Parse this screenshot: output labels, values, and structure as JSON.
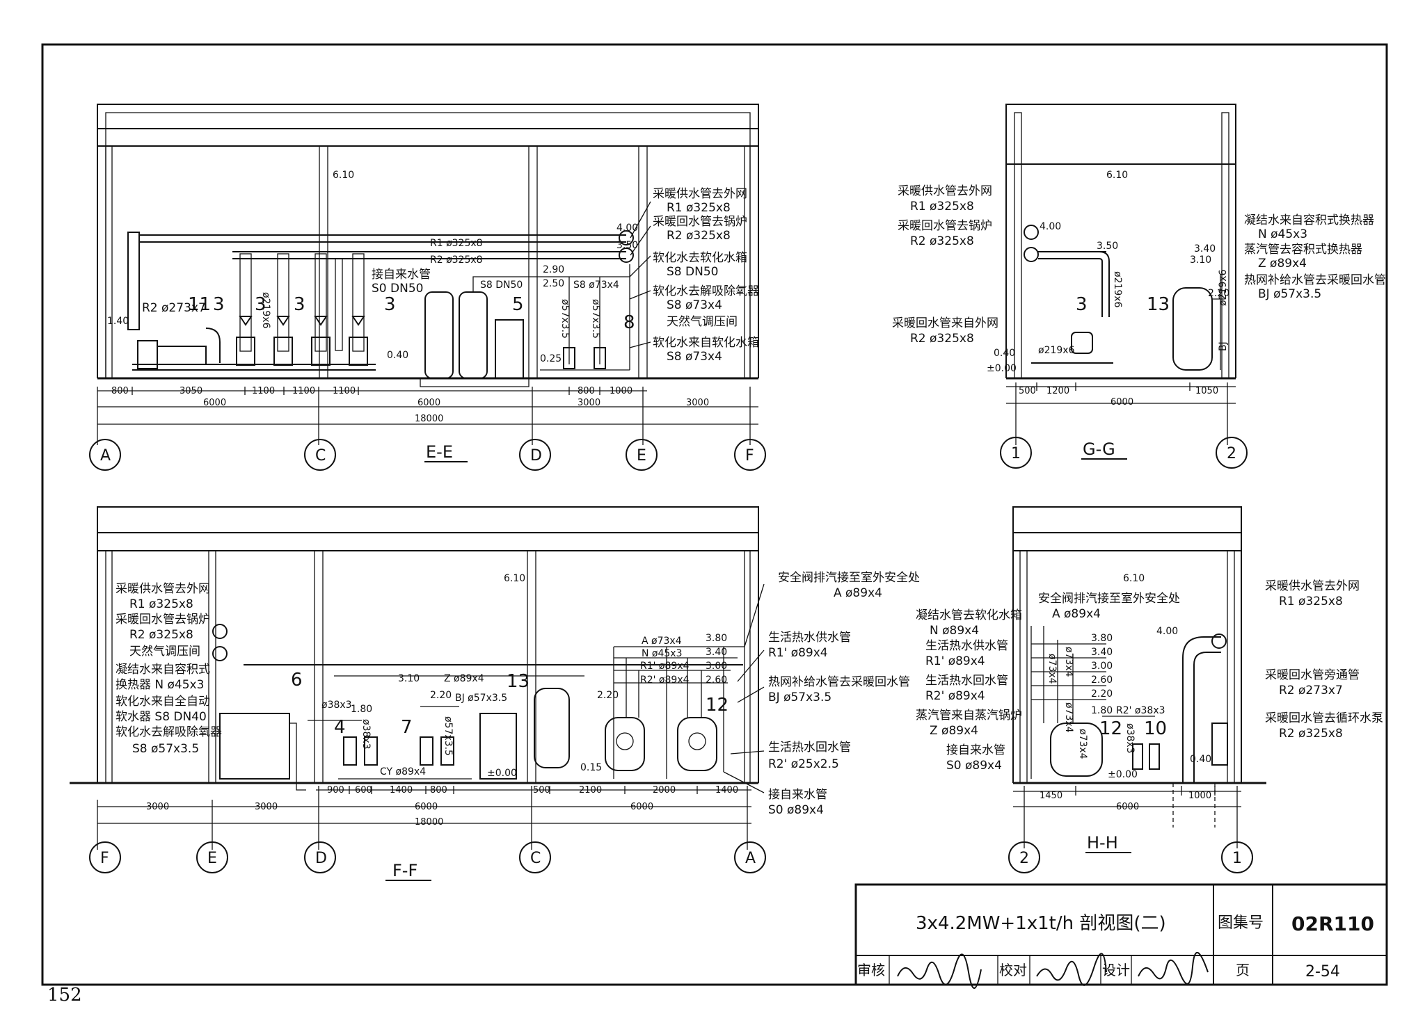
{
  "sections": {
    "ee": {
      "name": "E-E",
      "elev_roof": "6.10",
      "elev_r1": "4.00",
      "elev_r2": "3.50",
      "elev_s8a": "2.90",
      "elev_s8b": "2.50",
      "elev_left": "1.40",
      "elev_small": "0.40",
      "elev_025": "0.25",
      "pipe_r1": "R1  ø325x8",
      "pipe_r2": "R2  ø325x8",
      "pipe_r2_273": "R2  ø273x7",
      "pipe_219": "ø219x6",
      "pipe_s8_dn50": "S8  DN50",
      "pipe_s8_73": "S8  ø73x4",
      "pipe_57a": "ø57x3.5",
      "pipe_57b": "ø57x3.5",
      "label_inlet": "接自来水管",
      "label_inlet_spec": "S0  DN50",
      "equip": [
        "11",
        "3",
        "3",
        "3",
        "3",
        "5",
        "8"
      ],
      "right_labels": [
        "采暖供水管去外网",
        "R1  ø325x8",
        "采暖回水管去锅炉",
        "R2  ø325x8",
        "软化水去软化水箱",
        "S8  DN50",
        "软化水去解吸除氧器",
        "S8  ø73x4",
        "天然气调压间",
        "软化水来自软化水箱",
        "S8  ø73x4"
      ],
      "dims_row1": [
        "800",
        "3050",
        "1100",
        "1100",
        "1100",
        "800",
        "1000"
      ],
      "dims_row2": [
        "6000",
        "6000",
        "3000",
        "3000"
      ],
      "dims_total": "18000",
      "axes": [
        "A",
        "C",
        "D",
        "E",
        "F"
      ]
    },
    "gg": {
      "name": "G-G",
      "elev_roof": "6.10",
      "elev_400": "4.00",
      "elev_350": "3.50",
      "elev_340": "3.40",
      "elev_310": "3.10",
      "elev_220": "2.20",
      "elev_040": "0.40",
      "elev_000": "±0.00",
      "pipe_219a": "ø219x6",
      "pipe_219b": "ø219x6",
      "pipe_219c": "ø219x6",
      "pipe_bj": "BJ",
      "equip": [
        "3",
        "13"
      ],
      "left_labels": [
        "采暖供水管去外网",
        "R1  ø325x8",
        "采暖回水管去锅炉",
        "R2  ø325x8",
        "采暖回水管来自外网",
        "R2  ø325x8"
      ],
      "right_labels": [
        "凝结水来自容积式换热器",
        "N   ø45x3",
        "蒸汽管去容积式换热器",
        "Z   ø89x4",
        "热网补给水管去采暖回水管",
        "BJ   ø57x3.5"
      ],
      "dims_row1": [
        "500",
        "1200",
        "1050"
      ],
      "dims_row2": [
        "6000"
      ],
      "axes": [
        "1",
        "2"
      ]
    },
    "ff": {
      "name": "F-F",
      "elev_roof": "6.10",
      "elev_310": "3.10",
      "elev_220a": "2.20",
      "elev_220b": "2.20",
      "elev_180": "1.80",
      "elev_380": "3.80",
      "elev_340": "3.40",
      "elev_300": "3.00",
      "elev_260": "2.60",
      "elev_015": "0.15",
      "elev_000": "±0.00",
      "pipe_a": "A  ø73x4",
      "pipe_n": "N  ø45x3",
      "pipe_r1p": "R1'  ø89x4",
      "pipe_r2p": "R2'  ø89x4",
      "pipe_z": "Z  ø89x4",
      "pipe_bj": "BJ  ø57x3.5",
      "pipe_38a": "ø38x3",
      "pipe_38b": "ø38x3",
      "pipe_57": "ø57x3.5",
      "pipe_cy": "CY  ø89x4",
      "equip": [
        "6",
        "4",
        "7",
        "13",
        "12"
      ],
      "left_labels": [
        "采暖供水管去外网",
        "R1   ø325x8",
        "采暖回水管去锅炉",
        "R2   ø325x8",
        "天然气调压间",
        "凝结水来自容积式",
        "换热器  N  ø45x3",
        "软化水来自全自动",
        "软水器  S8  DN40",
        "软化水去解吸除氧器",
        "S8   ø57x3.5"
      ],
      "right_labels": [
        "安全阀排汽接至室外安全处",
        "A   ø89x4",
        "生活热水供水管",
        "R1'  ø89x4",
        "热网补给水管去采暖回水管",
        "BJ   ø57x3.5",
        "生活热水回水管",
        "R2'  ø25x2.5",
        "接自来水管",
        "S0   ø89x4"
      ],
      "dims_row1": [
        "900",
        "600",
        "1400",
        "800",
        "500",
        "2100",
        "2000",
        "1400"
      ],
      "dims_row2": [
        "3000",
        "3000",
        "6000",
        "6000"
      ],
      "dims_total": "18000",
      "axes": [
        "F",
        "E",
        "D",
        "C",
        "A"
      ]
    },
    "hh": {
      "name": "H-H",
      "elev_roof": "6.10",
      "elev_400": "4.00",
      "elev_380": "3.80",
      "elev_340": "3.40",
      "elev_300": "3.00",
      "elev_260": "2.60",
      "elev_220": "2.20",
      "elev_180": "1.80",
      "elev_040": "0.40",
      "elev_000": "±0.00",
      "pipe_73a": "ø73x4",
      "pipe_73b": "ø73x4",
      "pipe_73c": "ø73x4",
      "pipe_73d": "ø73x4",
      "pipe_r2p": "R2'  ø38x3",
      "pipe_38": "ø38x3",
      "equip": [
        "12",
        "10"
      ],
      "left_labels": [
        "凝结水管去软化水箱",
        "N   ø89x4",
        "生活热水供水管",
        "R1'   ø89x4",
        "生活热水回水管",
        "R2'   ø89x4",
        "蒸汽管来自蒸汽锅炉",
        "Z   ø89x4",
        "接自来水管",
        "S0   ø89x4"
      ],
      "top_labels": [
        "安全阀排汽接至室外安全处",
        "A   ø89x4"
      ],
      "right_labels": [
        "采暖供水管去外网",
        "R1   ø325x8",
        "采暖回水管旁通管",
        "R2   ø273x7",
        "采暖回水管去循环水泵",
        "R2   ø325x8"
      ],
      "dims_row1": [
        "1450",
        "1000"
      ],
      "dims_row2": [
        "6000"
      ],
      "axes": [
        "2",
        "1"
      ]
    }
  },
  "title_block": {
    "title": "3x4.2MW+1x1t/h 剖视图(二)",
    "atlas_label": "图集号",
    "atlas_code": "02R110",
    "review_label": "审核",
    "check_label": "校对",
    "design_label": "设计",
    "page_label": "页",
    "page_value": "2-54"
  },
  "page_number": "152"
}
